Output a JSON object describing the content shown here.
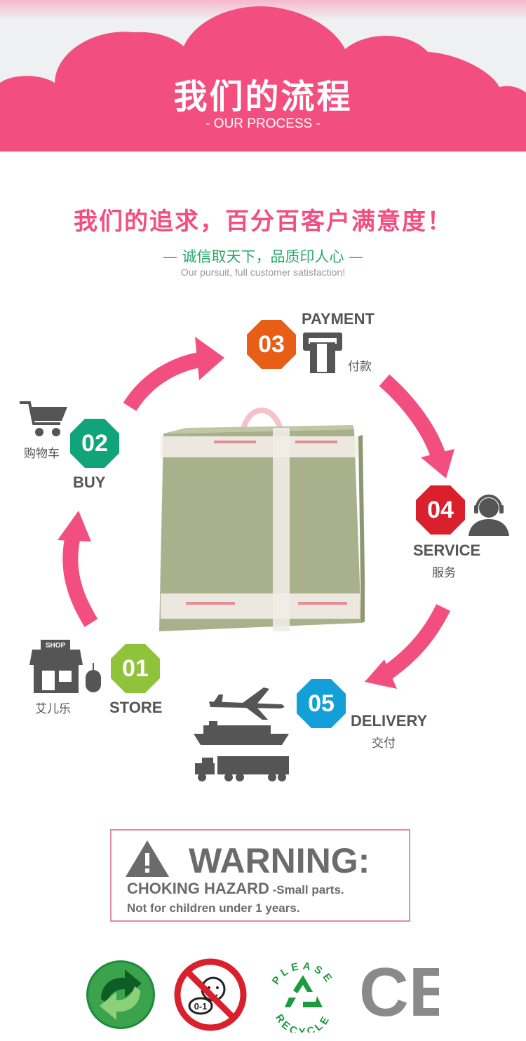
{
  "header": {
    "title": "我们的流程",
    "subtitle": "- OUR PROCESS -"
  },
  "slogan": {
    "main": "我们的追求，百分百客户满意度！",
    "sub": "— 诚信取天下，品质印人心 —",
    "en": "Our pursuit, full customer satisfaction!"
  },
  "steps": [
    {
      "num": "01",
      "en": "STORE",
      "zh": "艾儿乐",
      "color": "#8fc33a",
      "icon": "shop-icon",
      "icon_text": "SHOP"
    },
    {
      "num": "02",
      "en": "BUY",
      "zh": "购物车",
      "color": "#11a37a",
      "icon": "cart-icon"
    },
    {
      "num": "03",
      "en": "PAYMENT",
      "zh": "付款",
      "color": "#e85e16",
      "icon": "pos-terminal-icon"
    },
    {
      "num": "04",
      "en": "SERVICE",
      "zh": "服务",
      "color": "#d9202c",
      "icon": "headset-agent-icon"
    },
    {
      "num": "05",
      "en": "DELIVERY",
      "zh": "交付",
      "color": "#139fd8",
      "icon": "transport-icon"
    }
  ],
  "warning": {
    "title": "WARNING:",
    "line1_bold": "CHOKING HAZARD",
    "line1_rest": " -Small parts.",
    "line2": "Not for children under 1 years."
  },
  "badges": {
    "age_text": "0-1",
    "recycle_top": "PLEASE",
    "recycle_bottom": "RECYCLE",
    "ce": "CE"
  },
  "colors": {
    "accent_pink": "#f24f80",
    "green": "#2aa868",
    "gray": "#6b6b6b"
  }
}
